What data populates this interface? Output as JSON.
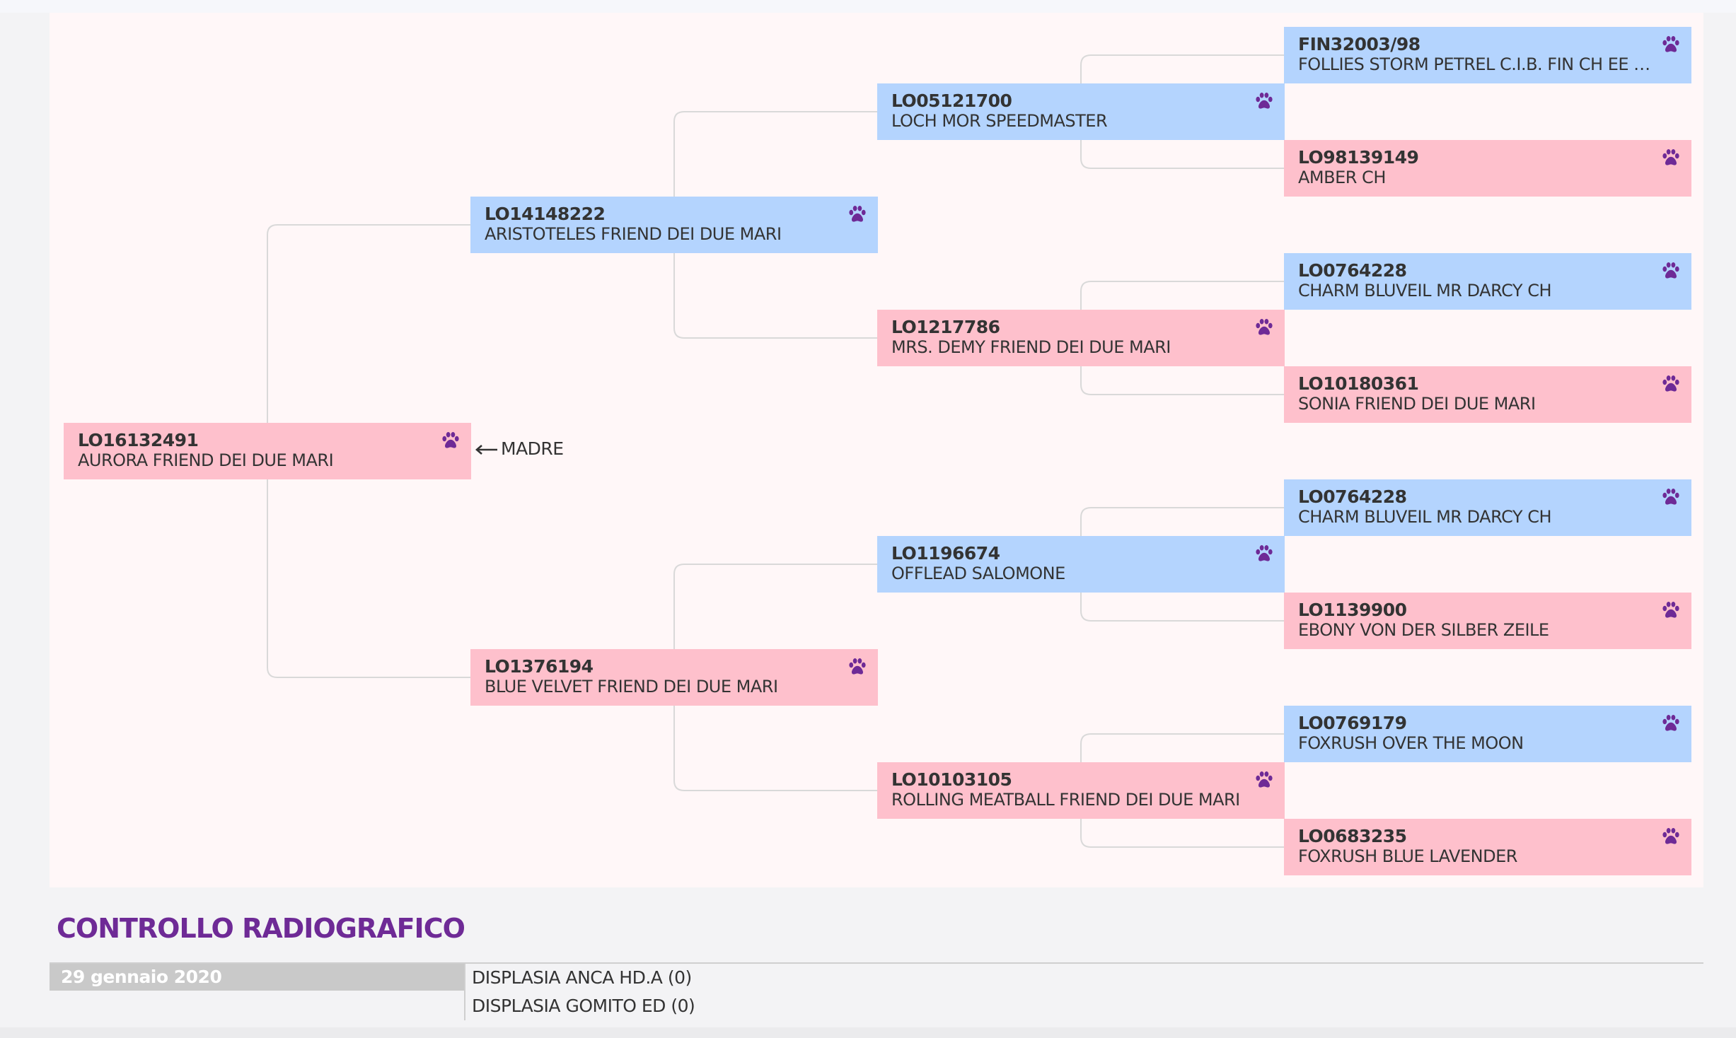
{
  "pedigree": {
    "subject_arrow_label": "MADRE",
    "dogs": [
      {
        "id": "subject",
        "sex": "female",
        "reg": "LO16132491",
        "name": "AURORA FRIEND DEI DUE MARI"
      },
      {
        "id": "sire",
        "sex": "male",
        "reg": "LO14148222",
        "name": "ARISTOTELES FRIEND DEI DUE MARI"
      },
      {
        "id": "dam",
        "sex": "female",
        "reg": "LO1376194",
        "name": "BLUE VELVET FRIEND DEI DUE MARI"
      },
      {
        "id": "sire-sire",
        "sex": "male",
        "reg": "LO05121700",
        "name": "LOCH MOR SPEEDMASTER"
      },
      {
        "id": "sire-dam",
        "sex": "female",
        "reg": "LO1217786",
        "name": "MRS. DEMY FRIEND DEI DUE MARI"
      },
      {
        "id": "dam-sire",
        "sex": "male",
        "reg": "LO1196674",
        "name": "OFFLEAD SALOMONE"
      },
      {
        "id": "dam-dam",
        "sex": "female",
        "reg": "LO10103105",
        "name": "ROLLING MEATBALL FRIEND DEI DUE MARI"
      },
      {
        "id": "ggp-1",
        "sex": "male",
        "reg": "FIN32003/98",
        "name": "FOLLIES STORM PETREL C.I.B. FIN CH EE CH RU CH"
      },
      {
        "id": "ggp-2",
        "sex": "female",
        "reg": "LO98139149",
        "name": "AMBER CH"
      },
      {
        "id": "ggp-3",
        "sex": "male",
        "reg": "LO0764228",
        "name": "CHARM BLUVEIL MR DARCY CH"
      },
      {
        "id": "ggp-4",
        "sex": "female",
        "reg": "LO10180361",
        "name": "SONIA FRIEND DEI DUE MARI"
      },
      {
        "id": "ggp-5",
        "sex": "male",
        "reg": "LO0764228",
        "name": "CHARM BLUVEIL MR DARCY CH"
      },
      {
        "id": "ggp-6",
        "sex": "female",
        "reg": "LO1139900",
        "name": "EBONY VON DER SILBER ZEILE"
      },
      {
        "id": "ggp-7",
        "sex": "male",
        "reg": "LO0769179",
        "name": "FOXRUSH OVER THE MOON"
      },
      {
        "id": "ggp-8",
        "sex": "female",
        "reg": "LO0683235",
        "name": "FOXRUSH BLUE LAVENDER"
      }
    ]
  },
  "xray": {
    "title": "CONTROLLO RADIOGRAFICO",
    "date": "29 gennaio 2020",
    "results": [
      "DISPLASIA ANCA HD.A (0)",
      "DISPLASIA GOMITO ED (0)"
    ]
  },
  "colors": {
    "male": "#b4d4fe",
    "female": "#fec0cc",
    "paw": "#6e2a96",
    "accent": "#6e2a96",
    "connector": "#d9d9d9"
  },
  "icons": {
    "paw": "paw-icon",
    "arrow": "arrow-left-icon"
  }
}
